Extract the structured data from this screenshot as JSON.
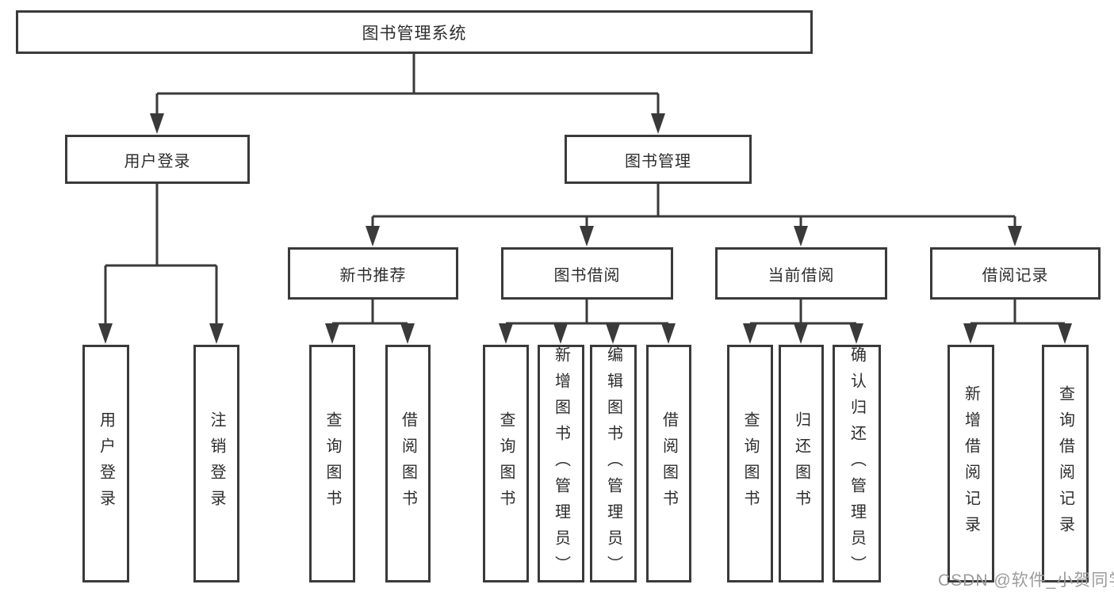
{
  "diagram": {
    "root": "图书管理系统",
    "branches": [
      {
        "label": "用户登录",
        "leaves": [
          "用户登录",
          "注销登录"
        ]
      },
      {
        "label": "图书管理",
        "sections": [
          {
            "label": "新书推荐",
            "leaves": [
              "查询图书",
              "借阅图书"
            ]
          },
          {
            "label": "图书借阅",
            "leaves": [
              "查询图书",
              "新增图书（管理员）",
              "编辑图书（管理员）",
              "借阅图书"
            ]
          },
          {
            "label": "当前借阅",
            "leaves": [
              "查询图书",
              "归还图书",
              "确认归还（管理员）"
            ]
          },
          {
            "label": "借阅记录",
            "leaves": [
              "新增借阅记录",
              "查询借阅记录"
            ]
          }
        ]
      }
    ]
  },
  "watermark": {
    "text": "CSDN @软件_小贺同学"
  },
  "colors": {
    "background": "#ffffff",
    "box_border": "#3a3a3a",
    "connector_line": "#3a3a3a",
    "text": "#2d2d2d",
    "watermark_text": "#9c9c9c"
  }
}
